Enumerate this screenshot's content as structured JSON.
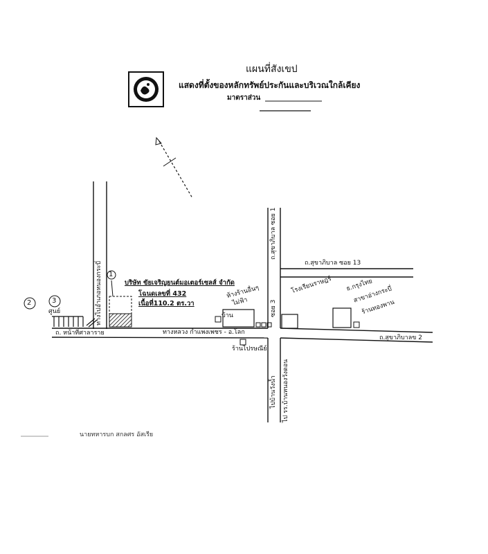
{
  "header": {
    "title": "แผนที่สังเขป",
    "subtitle": "แสดงที่ตั้งของหลักทรัพย์ประกันและบริเวณใกล้เคียง",
    "scale_label": "มาตราส่วน"
  },
  "markers": {
    "plot_number": "1",
    "left_circle": "2",
    "left_circle_2": "3"
  },
  "labels": {
    "left_vertical_road": "ทางไปอำเภอหนองกระบี่",
    "short_left": "ศูนย์",
    "lower_left_road": "ถ. หน้าที่ศาลาราย",
    "company": "บริษัท ขัยเจริญยนต์มอเตอร์เซลส์ จำกัด",
    "deed": "โฉนดเลขที่ 432",
    "area": "เนื้อที่110.2 ตร.วา",
    "house_small": "บ้าน",
    "building_center": "ห้างร้านอื่นๆ",
    "building_center2": "ไม่ฟ้า",
    "main_road": "ทางหลวง กำแพงเพชร - อ.โลก",
    "shop_below": "ร้านไปรษณีย์",
    "top_right_road": "ถ.สุขาภิบาล ซอย 13",
    "top_vertical_road": "ถ.สุขาภิบาล ซอย 1",
    "soi3": "ซอย 3",
    "building_right1": "โรงเรียนราษฎร์",
    "building_right2": "ธ.กรุงไทย",
    "building_right3": "สาขาอ่างกระบี่",
    "shop_right": "ร้านทองพาน",
    "right_road": "ถ.สุขาภิบาลข 2",
    "bottom_vertical_road1": "ไปบ้านวังน้ำ",
    "bottom_vertical_road2": "ไป รร.บ้านหนองวังดอน",
    "footer_text": "นายทหารบก สกลศร อัสเรีย"
  }
}
